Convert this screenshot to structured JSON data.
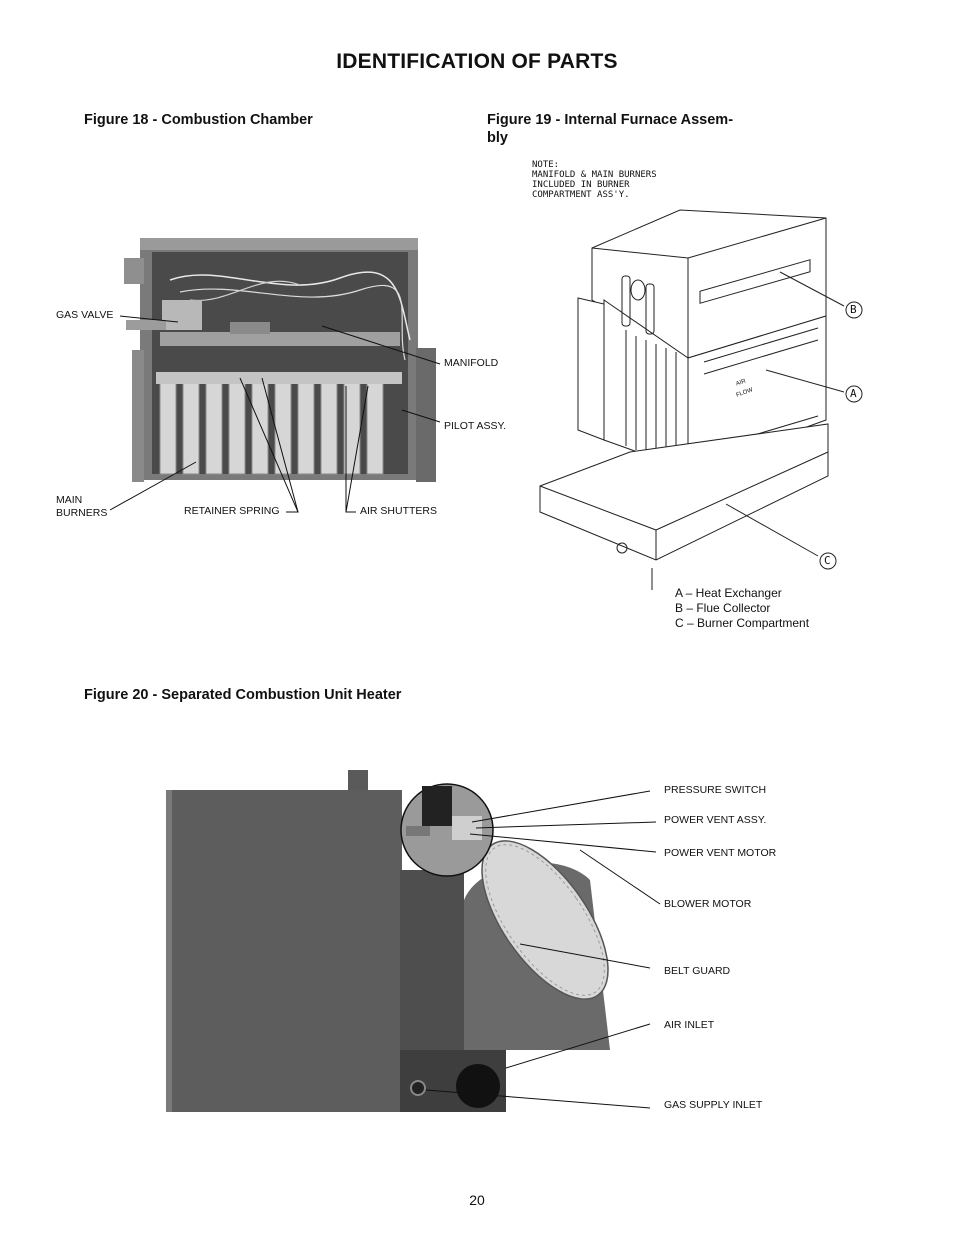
{
  "title": "IDENTIFICATION OF PARTS",
  "page_number": "20",
  "figure18": {
    "caption": "Figure 18 - Combustion Chamber",
    "labels": {
      "gas_valve": "GAS VALVE",
      "manifold": "MANIFOLD",
      "pilot_assy": "PILOT ASSY.",
      "main_burners_1": "MAIN",
      "main_burners_2": "BURNERS",
      "retainer_spring": "RETAINER SPRING",
      "air_shutters": "AIR SHUTTERS"
    }
  },
  "figure19": {
    "caption_line1": "Figure 19 - Internal Furnace Assem-",
    "caption_line2": "bly",
    "note_line1": "NOTE:",
    "note_line2": "MANIFOLD & MAIN BURNERS",
    "note_line3": "INCLUDED IN BURNER",
    "note_line4": "COMPARTMENT ASS'Y.",
    "airflow_1": "AIR",
    "airflow_2": "FLOW",
    "callouts": {
      "a": "A",
      "b": "B",
      "c": "C"
    },
    "legend": [
      "A – Heat Exchanger",
      "B – Flue Collector",
      "C – Burner Compartment"
    ]
  },
  "figure20": {
    "caption": "Figure 20 - Separated Combustion Unit Heater",
    "labels": {
      "pressure_switch": "PRESSURE SWITCH",
      "power_vent_assy": "POWER VENT ASSY.",
      "power_vent_motor": "POWER VENT MOTOR",
      "blower_motor": "BLOWER MOTOR",
      "belt_guard": "BELT GUARD",
      "air_inlet": "AIR INLET",
      "gas_supply_inlet": "GAS SUPPLY INLET"
    }
  }
}
